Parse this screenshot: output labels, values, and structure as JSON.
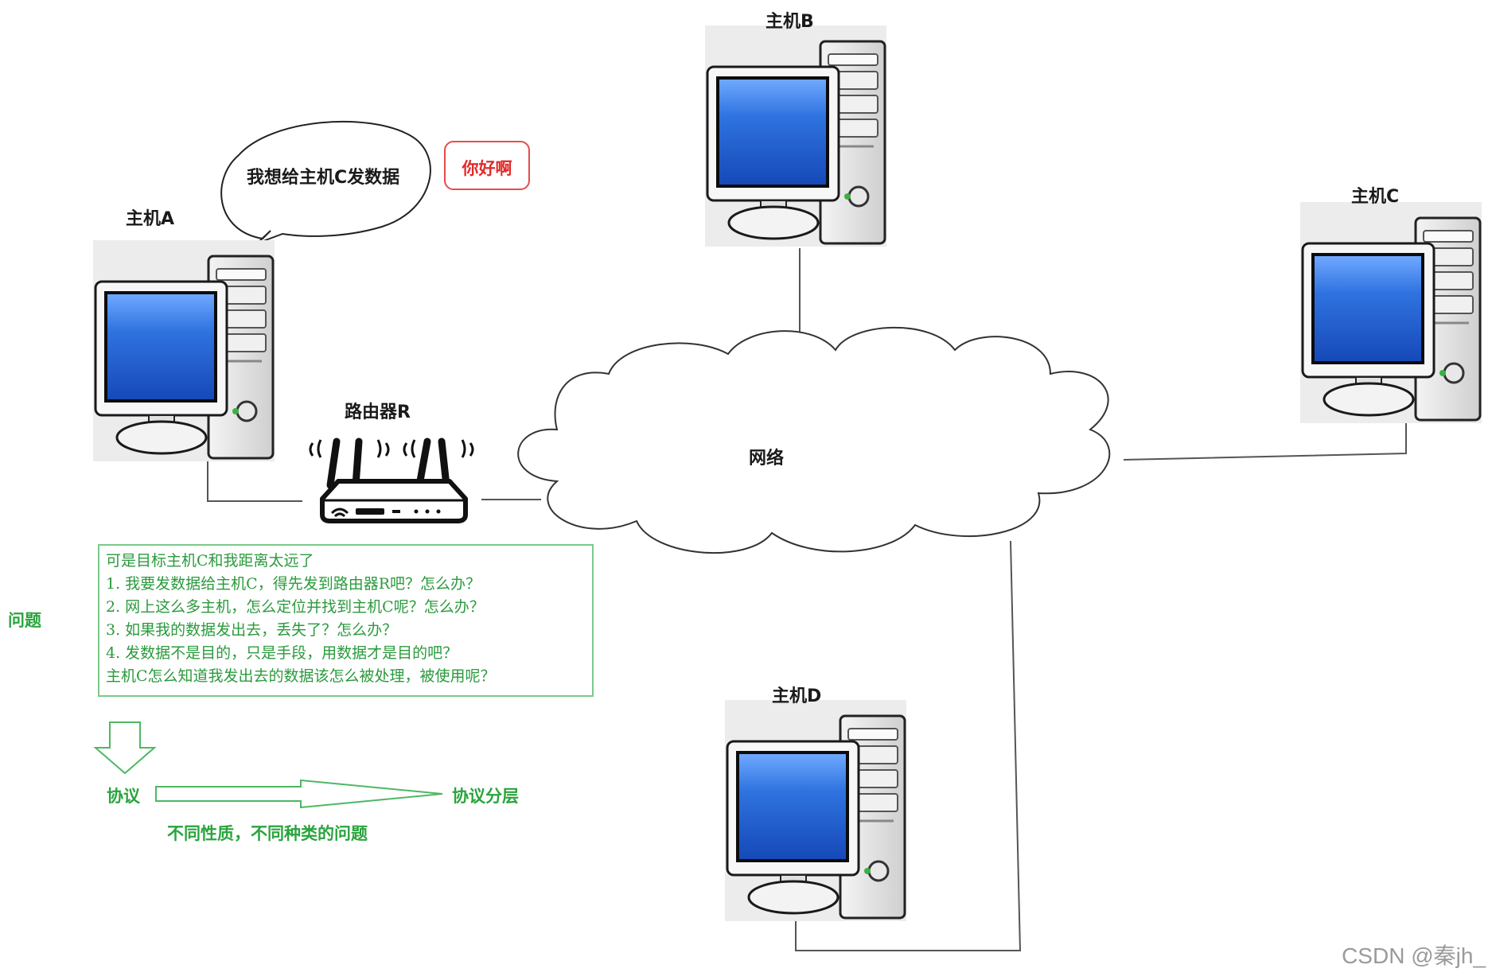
{
  "hosts": {
    "a": "主机A",
    "b": "主机B",
    "c": "主机C",
    "d": "主机D"
  },
  "router_label": "路由器R",
  "network_label": "网络",
  "speech_bubble": "我想给主机C发数据",
  "reply_bubble": "你好啊",
  "problem_label": "问题",
  "questions": [
    "可是目标主机C和我距离太远了",
    "1.   我要发数据给主机C，得先发到路由器R吧？怎么办？",
    "2.   网上这么多主机，怎么定位并找到主机C呢？怎么办？",
    "3.   如果我的数据发出去，丢失了？怎么办？",
    "4.   发数据不是目的，只是手段，用数据才是目的吧？",
    "      主机C怎么知道我发出去的数据该怎么被处理，被使用呢？"
  ],
  "protocol_label": "协议",
  "layering_label": "协议分层",
  "caption": "不同性质，不同种类的问题",
  "watermark": "CSDN @秦jh_",
  "colors": {
    "green": "#2aa43e",
    "red": "#e02a2a",
    "screen": "#1f5fd6",
    "line": "#555555"
  }
}
